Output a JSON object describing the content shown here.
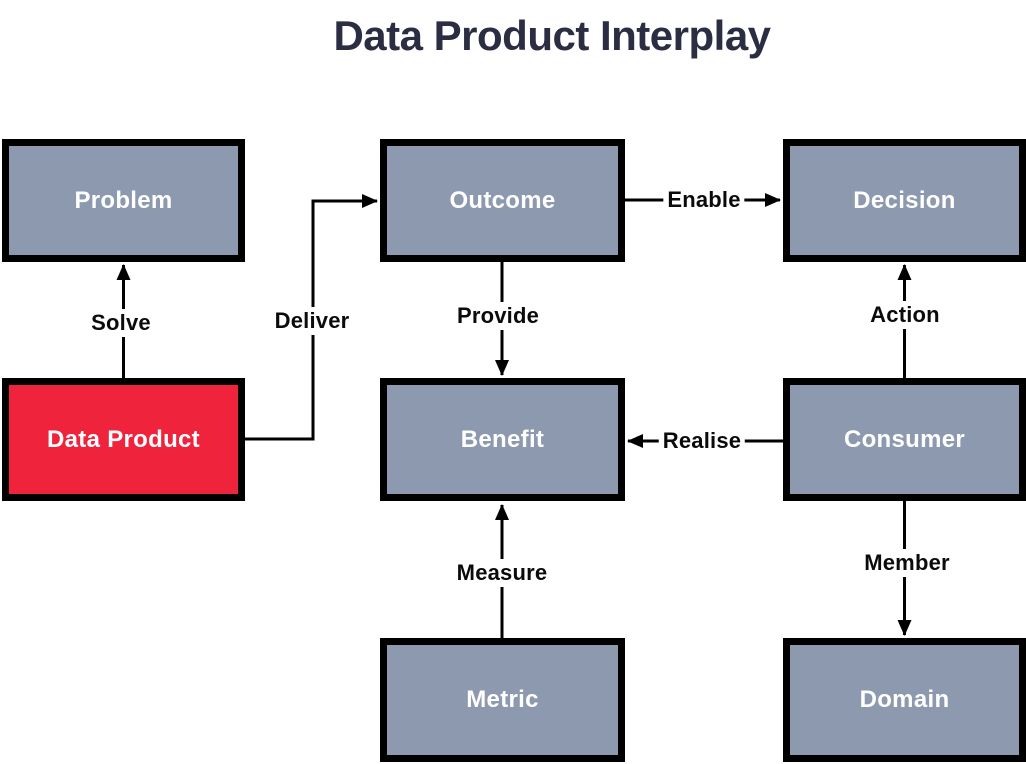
{
  "title": "Data Product Interplay",
  "colors": {
    "background": "#FFFFFF",
    "node_fill": "#8D99AE",
    "node_border": "#000000",
    "node_text": "#FFFFFF",
    "highlight_fill": "#EF233C",
    "title_text": "#2B2D42",
    "edge_color": "#000000",
    "edge_label_text": "#0B0B0B"
  },
  "nodes": {
    "problem": {
      "label": "Problem",
      "highlighted": false
    },
    "outcome": {
      "label": "Outcome",
      "highlighted": false
    },
    "decision": {
      "label": "Decision",
      "highlighted": false
    },
    "data_product": {
      "label": "Data Product",
      "highlighted": true
    },
    "benefit": {
      "label": "Benefit",
      "highlighted": false
    },
    "consumer": {
      "label": "Consumer",
      "highlighted": false
    },
    "metric": {
      "label": "Metric",
      "highlighted": false
    },
    "domain": {
      "label": "Domain",
      "highlighted": false
    }
  },
  "edges": {
    "solve": {
      "label": "Solve",
      "from": "data_product",
      "to": "problem"
    },
    "deliver": {
      "label": "Deliver",
      "from": "data_product",
      "to": "outcome"
    },
    "enable": {
      "label": "Enable",
      "from": "outcome",
      "to": "decision"
    },
    "provide": {
      "label": "Provide",
      "from": "outcome",
      "to": "benefit"
    },
    "realise": {
      "label": "Realise",
      "from": "consumer",
      "to": "benefit"
    },
    "action": {
      "label": "Action",
      "from": "consumer",
      "to": "decision"
    },
    "measure": {
      "label": "Measure",
      "from": "metric",
      "to": "benefit"
    },
    "member": {
      "label": "Member",
      "from": "consumer",
      "to": "domain"
    }
  }
}
